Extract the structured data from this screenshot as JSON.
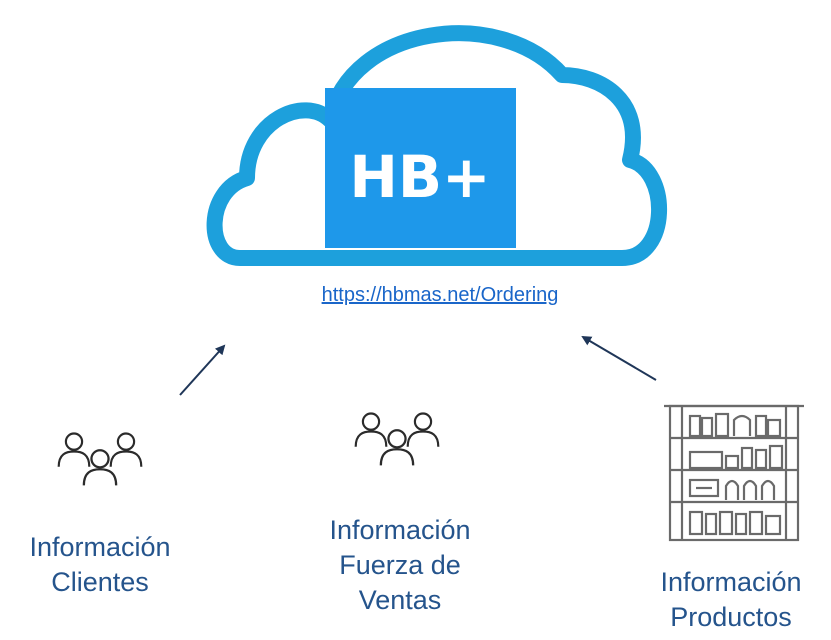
{
  "logo": {
    "text": "HB+"
  },
  "link": {
    "url_text": "https://hbmas.net/Ordering"
  },
  "colors": {
    "cloud_outline": "#1da0dc",
    "logo_box": "#1e98ea",
    "link": "#1a66c9",
    "label": "#25548c",
    "arrow": "#1f3658",
    "icon": "#2b2b2b"
  },
  "nodes": [
    {
      "icon": "group-of-people-icon",
      "lines": [
        "Información",
        "Clientes"
      ]
    },
    {
      "icon": "group-of-people-icon",
      "lines": [
        "Información",
        "Fuerza de",
        "Ventas"
      ]
    },
    {
      "icon": "store-shelf-icon",
      "lines": [
        "Información",
        "Productos"
      ]
    }
  ]
}
